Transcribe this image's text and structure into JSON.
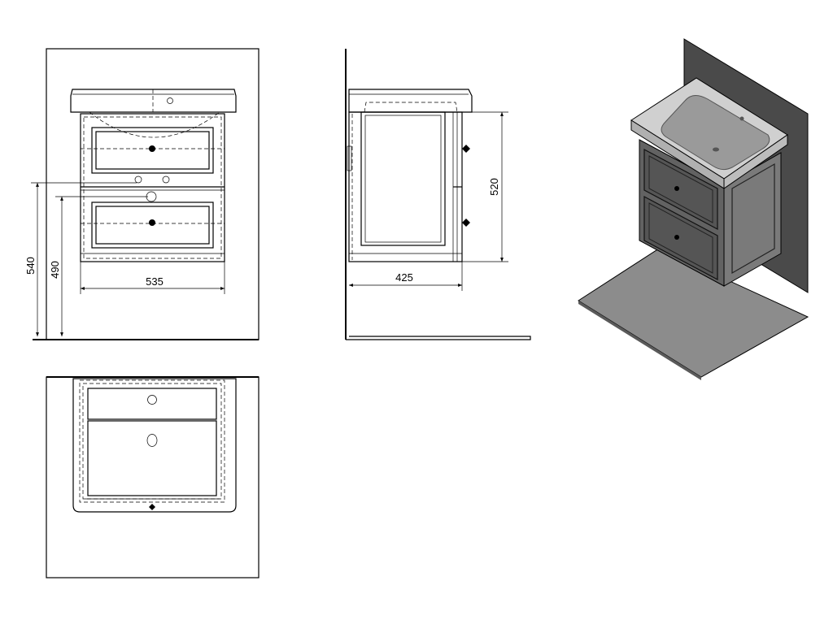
{
  "dimensions": {
    "total_height": "540",
    "mount_height": "490",
    "width": "535",
    "cabinet_height": "520",
    "depth": "425"
  },
  "colors": {
    "line": "#000000",
    "wall_3d": "#4a4a4a",
    "floor_3d": "#8c8c8c",
    "cabinet_3d": "#6b6b6b",
    "basin_3d": "#c8c8c8",
    "basin_inner_3d": "#9a9a9a"
  }
}
